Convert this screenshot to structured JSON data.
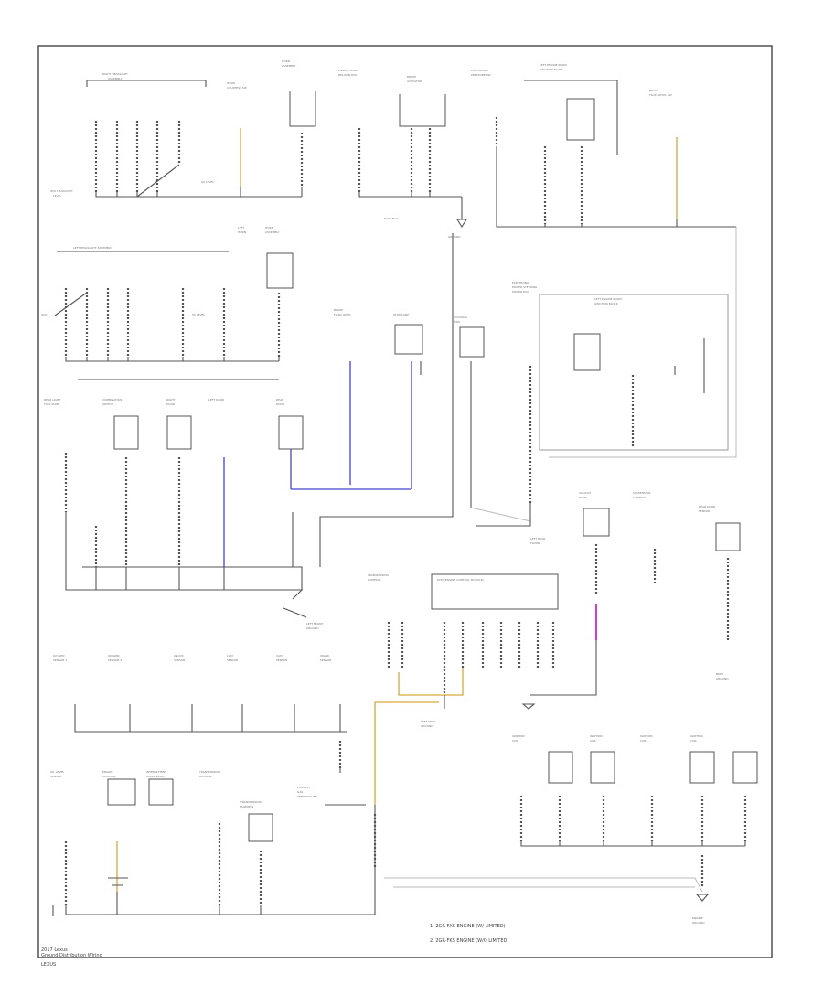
{
  "diagram": {
    "legend": [
      "1. 2GR-FXS ENGINE (W/ LIMITED)",
      "2. 2GR-FKS ENGINE (W/O LIMITED)"
    ],
    "footer": {
      "line1": "2017 Lexus",
      "line2": "Ground Distribution Wiring"
    },
    "corner_mark": "LEXUS"
  }
}
